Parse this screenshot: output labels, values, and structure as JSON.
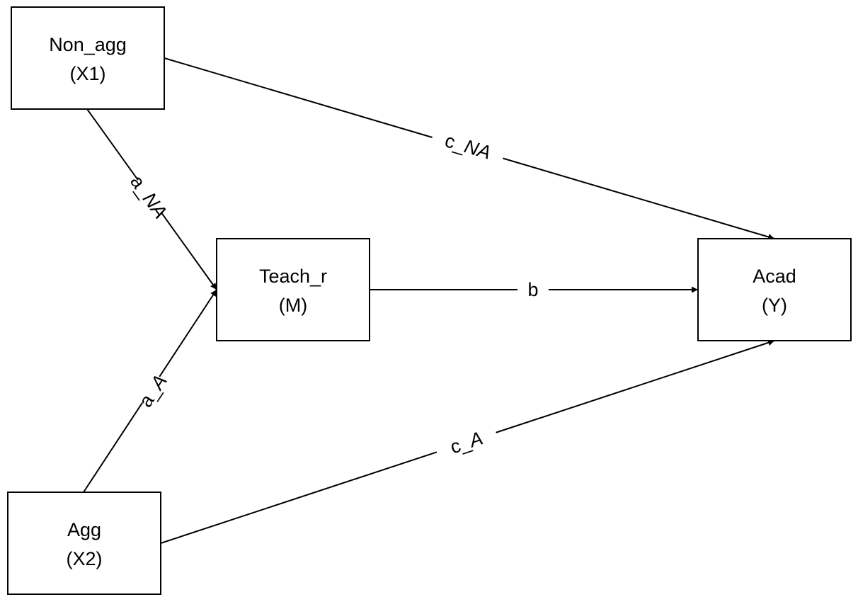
{
  "diagram": {
    "type": "mediation-path-diagram",
    "nodes": [
      {
        "id": "X1",
        "label": "Non_agg",
        "sublabel": "(X1)"
      },
      {
        "id": "M",
        "label": "Teach_r",
        "sublabel": "(M)"
      },
      {
        "id": "Y",
        "label": "Acad",
        "sublabel": "(Y)"
      },
      {
        "id": "X2",
        "label": "Agg",
        "sublabel": "(X2)"
      }
    ],
    "edges": [
      {
        "id": "a_NA",
        "from": "X1",
        "to": "M",
        "label_prefix": "a_",
        "label_italic": "NA"
      },
      {
        "id": "a_A",
        "from": "X2",
        "to": "M",
        "label_prefix": "a_",
        "label_italic": "A"
      },
      {
        "id": "c_NA",
        "from": "X1",
        "to": "Y",
        "label_prefix": "c_",
        "label_italic": "NA"
      },
      {
        "id": "c_A",
        "from": "X2",
        "to": "Y",
        "label_prefix": "c_",
        "label_italic": "A"
      },
      {
        "id": "b",
        "from": "M",
        "to": "Y",
        "label_prefix": "b",
        "label_italic": ""
      }
    ],
    "colors": {
      "stroke": "#000000",
      "background": "#ffffff",
      "text": "#000000"
    }
  }
}
